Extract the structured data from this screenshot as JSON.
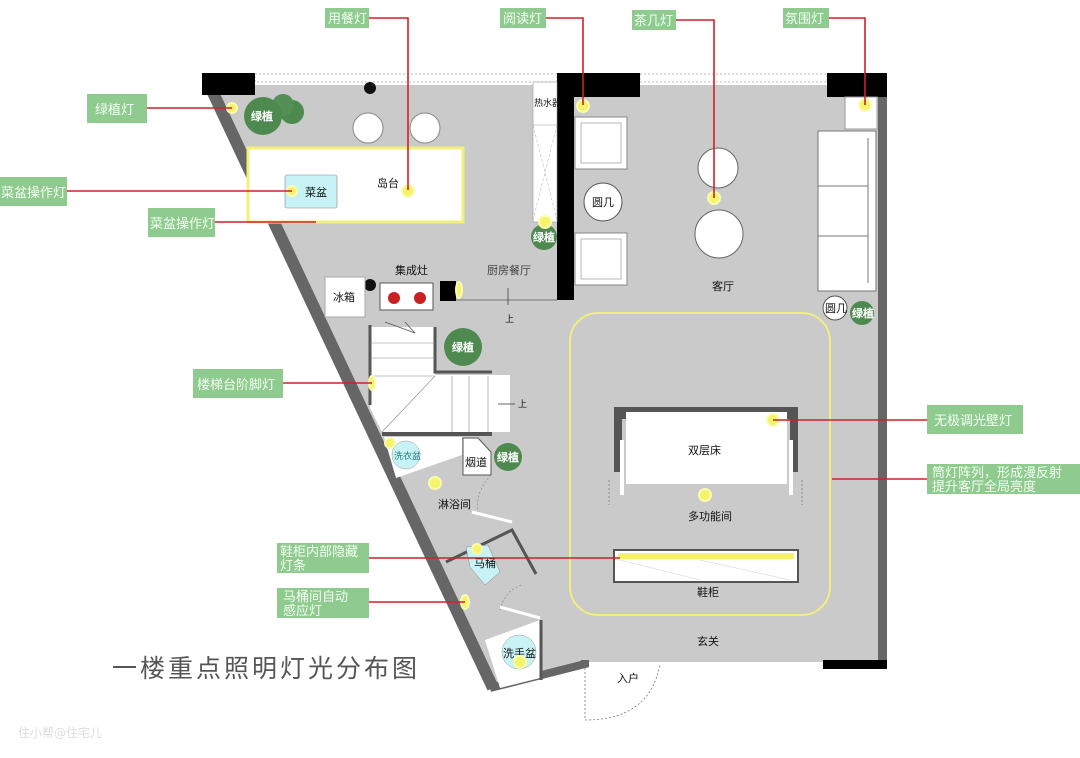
{
  "title": "一楼重点照明灯光分布图",
  "watermark": "住小帮@住宅儿",
  "rooms": {
    "island": "岛台",
    "sink": "菜盆",
    "water_heater": "热水器",
    "stove": "集成灶",
    "fridge": "冰箱",
    "kitchen_dining": "厨房餐厅",
    "up1": "上",
    "up2": "上",
    "living": "客厅",
    "side_table1": "圆几",
    "side_table2": "圆几",
    "bunk_bed": "双层床",
    "multi_room": "多功能间",
    "shoe_cabinet": "鞋柜",
    "foyer": "玄关",
    "entry": "入户",
    "laundry_basin": "洗衣盆",
    "flue": "烟道",
    "shower": "淋浴间",
    "toilet": "马桶",
    "wash_basin": "洗手盆"
  },
  "plants": [
    "绿植",
    "绿植",
    "绿植",
    "绿植",
    "绿植"
  ],
  "callouts": [
    {
      "text": "用餐灯"
    },
    {
      "text": "阅读灯"
    },
    {
      "text": "茶几灯"
    },
    {
      "text": "氛围灯"
    },
    {
      "text": "绿植灯"
    },
    {
      "text": "菜盆操作灯"
    },
    {
      "text": "菜盆操作灯"
    },
    {
      "text": "楼梯台阶脚灯"
    },
    {
      "text": "无极调光壁灯"
    },
    {
      "line1": "筒灯阵列，形成漫反射",
      "line2": "提升客厅全局亮度"
    },
    {
      "line1": "鞋柜内部隐藏",
      "line2": "灯条"
    },
    {
      "line1": "马桶间自动",
      "line2": "感应灯"
    }
  ],
  "colors": {
    "floor": "#cacaca",
    "wall": "#666666",
    "callout": "#8fcb8f",
    "leader": "#d0202a",
    "lamp": "#f4f36a",
    "plant": "#4e8a50"
  }
}
